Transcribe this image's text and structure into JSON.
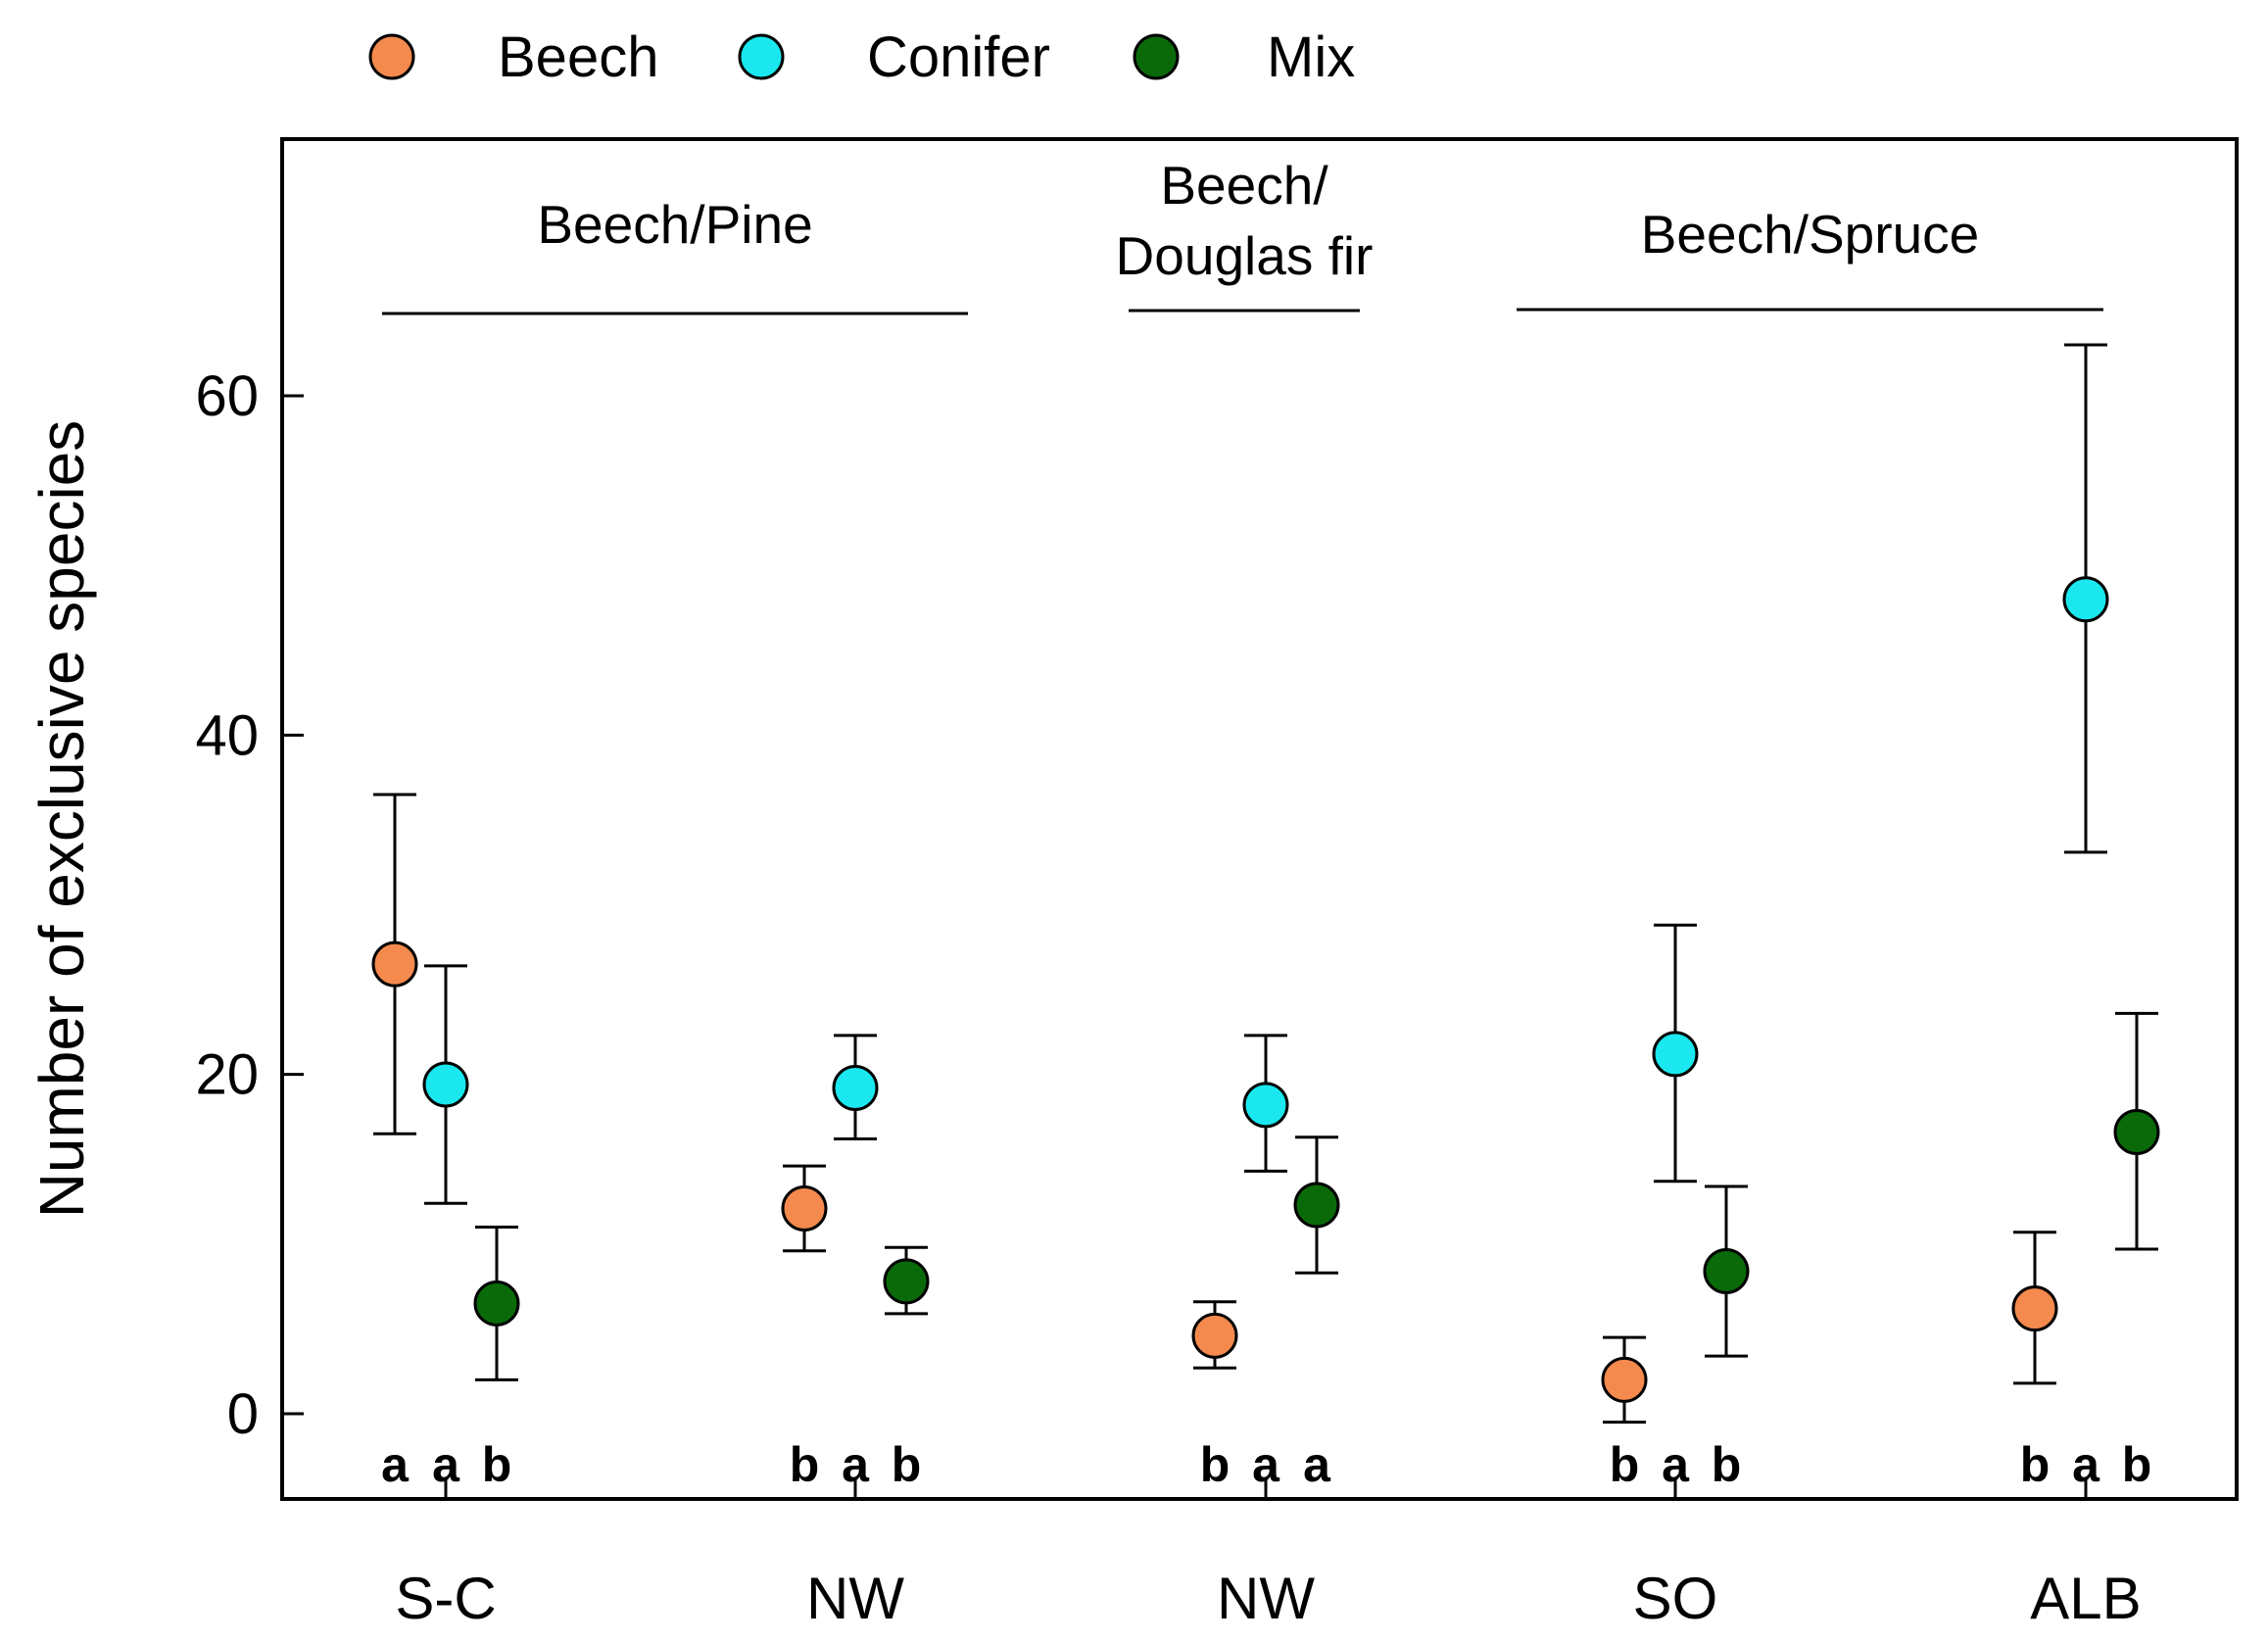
{
  "chart_data": {
    "type": "scatter",
    "ylabel": "Number of exclusive species",
    "xlabel": "",
    "ylim": [
      -5,
      75
    ],
    "yticks": [
      0,
      20,
      40,
      60
    ],
    "grid": false,
    "legend_position": "top",
    "legend": [
      {
        "name": "Beech",
        "color": "#f58a4e"
      },
      {
        "name": "Conifer",
        "color": "#1ae8ee"
      },
      {
        "name": "Mix",
        "color": "#0a6a0a"
      }
    ],
    "categories": [
      "S-C",
      "NW",
      "NW",
      "SO",
      "ALB"
    ],
    "series": [
      {
        "name": "Beech",
        "color": "#f58a4e",
        "values": [
          26.5,
          12.1,
          4.6,
          2.0,
          6.2
        ],
        "err_low": [
          16.5,
          9.6,
          2.7,
          -0.5,
          1.8
        ],
        "err_high": [
          36.5,
          14.6,
          6.6,
          4.5,
          10.7
        ]
      },
      {
        "name": "Conifer",
        "color": "#1ae8ee",
        "values": [
          19.4,
          19.2,
          18.2,
          21.2,
          48.0
        ],
        "err_low": [
          12.4,
          16.2,
          14.3,
          13.7,
          33.1
        ],
        "err_high": [
          26.4,
          22.3,
          22.3,
          28.8,
          63.0
        ]
      },
      {
        "name": "Mix",
        "color": "#0a6a0a",
        "values": [
          6.5,
          7.8,
          12.3,
          8.4,
          16.6
        ],
        "err_low": [
          2.0,
          5.9,
          8.3,
          3.4,
          9.7
        ],
        "err_high": [
          11.0,
          9.8,
          16.3,
          13.4,
          23.6
        ]
      }
    ],
    "significance": [
      "a a b",
      "b a b",
      "b a a",
      "b a b",
      "b a b"
    ],
    "group_labels": [
      {
        "text_lines": [
          "Beech/Pine"
        ],
        "from": 0,
        "to": 1
      },
      {
        "text_lines": [
          "Beech/",
          "Douglas fir"
        ],
        "from": 2,
        "to": 2
      },
      {
        "text_lines": [
          "Beech/Spruce"
        ],
        "from": 3,
        "to": 4
      }
    ]
  }
}
